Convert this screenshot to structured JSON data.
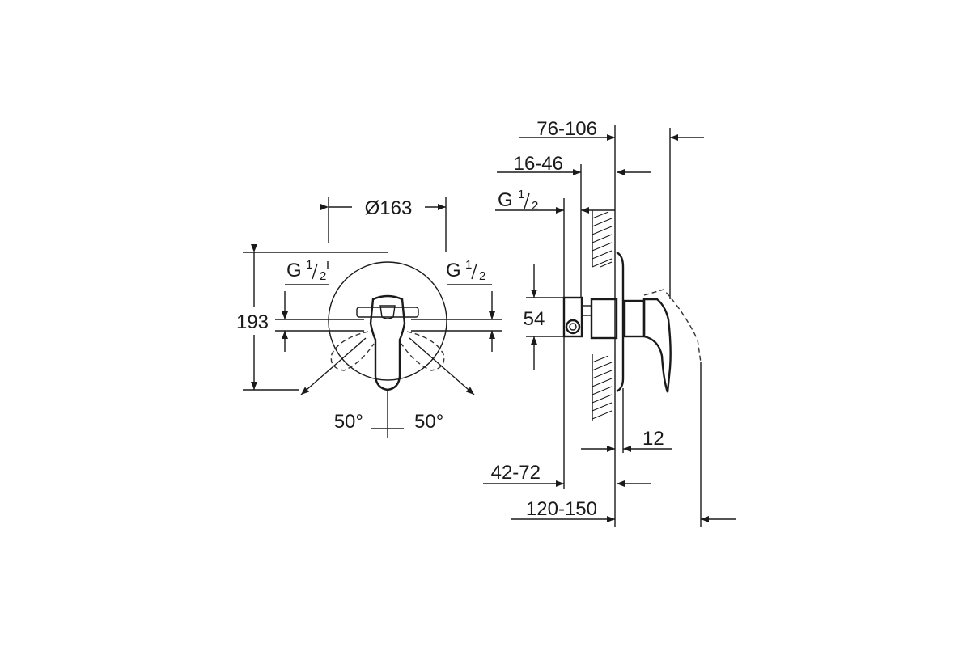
{
  "front_view": {
    "diameter": "Ø163",
    "height": "193",
    "thread_left": {
      "base": "G",
      "num": "1",
      "den": "2"
    },
    "thread_right": {
      "base": "G",
      "num": "1",
      "den": "2"
    },
    "angle_left": "50°",
    "angle_right": "50°"
  },
  "side_view": {
    "depth_total": "76-106",
    "depth_rough": "16-46",
    "thread": {
      "base": "G",
      "num": "1",
      "den": "2"
    },
    "outlet_spacing": "54",
    "plate": "12",
    "install_min": "42-72",
    "install_max": "120-150"
  }
}
